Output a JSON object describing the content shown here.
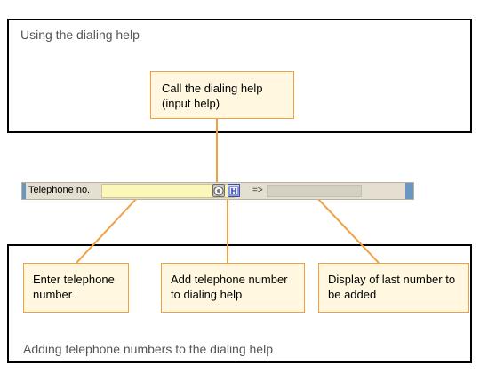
{
  "sections": {
    "top_title": "Using the dialing help",
    "bottom_title": "Adding telephone numbers to the dialing help"
  },
  "callouts": {
    "call_help": [
      "Call the dialing help",
      "(input help)"
    ],
    "enter_number": [
      "Enter telephone",
      "number"
    ],
    "add_number": [
      "Add telephone number",
      "to dialing help"
    ],
    "last_number": [
      "Display of last number to",
      "be added"
    ]
  },
  "ui": {
    "telephone_label": "Telephone no.",
    "telephone_value": "",
    "arrow_text": "=>",
    "last_number_value": ""
  },
  "icons": {
    "dialing_help": "dialing-help-icon",
    "add_to_dialing": "add-to-dialing-help-icon"
  },
  "colors": {
    "callout_border": "#f0a040",
    "callout_fill": "#fff7df",
    "connector": "#f0a040",
    "input_fill": "#fbf7b8",
    "bar_edge": "#6b96c2"
  }
}
